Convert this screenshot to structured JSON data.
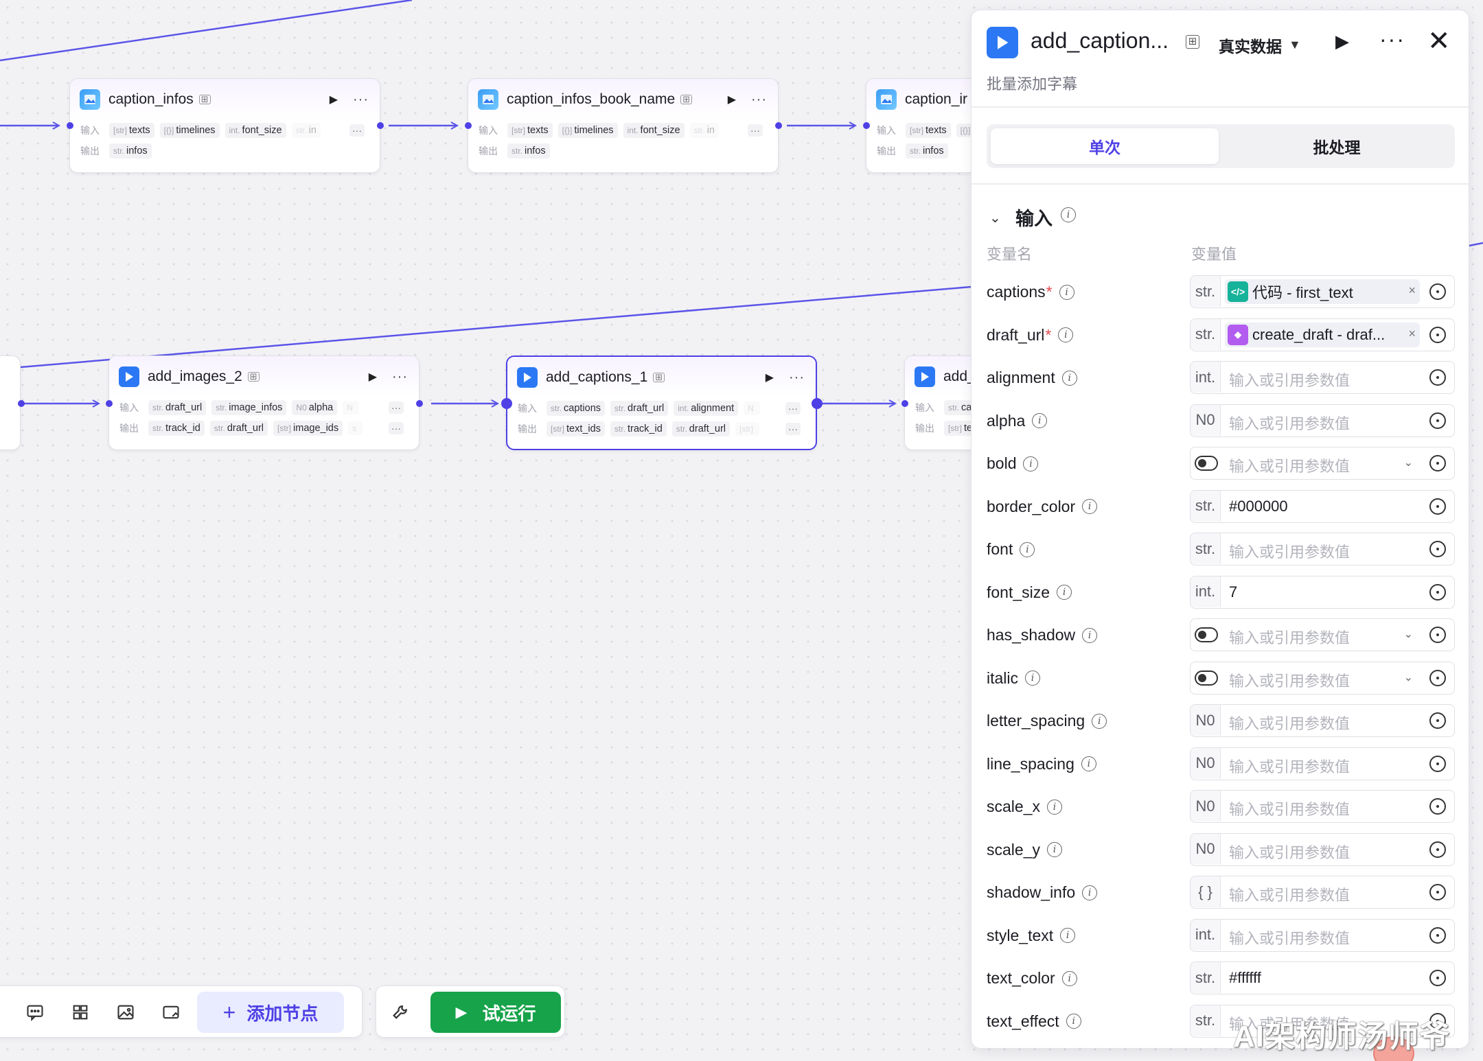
{
  "canvas": {
    "row_label_in": "输入",
    "row_label_out": "输出",
    "nodes": [
      {
        "id": "caption_infos",
        "title": "caption_infos",
        "inputs": [
          {
            "t": "[str]",
            "v": "texts"
          },
          {
            "t": "[{}]",
            "v": "timelines"
          },
          {
            "t": "int.",
            "v": "font_size"
          },
          {
            "t": "str.",
            "v": "in"
          }
        ],
        "outputs": [
          {
            "t": "str.",
            "v": "infos"
          }
        ]
      },
      {
        "id": "caption_infos_book_name",
        "title": "caption_infos_book_name",
        "inputs": [
          {
            "t": "[str]",
            "v": "texts"
          },
          {
            "t": "[{}]",
            "v": "timelines"
          },
          {
            "t": "int.",
            "v": "font_size"
          },
          {
            "t": "str.",
            "v": "in"
          }
        ],
        "outputs": [
          {
            "t": "str.",
            "v": "infos"
          }
        ]
      },
      {
        "id": "caption_ir_partial",
        "title": "caption_ir",
        "inputs": [
          {
            "t": "[str]",
            "v": "texts"
          },
          {
            "t": "[{}]",
            "v": ""
          }
        ],
        "outputs": [
          {
            "t": "str.",
            "v": "infos"
          }
        ]
      },
      {
        "id": "add_images_2",
        "title": "add_images_2",
        "inputs": [
          {
            "t": "str.",
            "v": "draft_url"
          },
          {
            "t": "str.",
            "v": "image_infos"
          },
          {
            "t": "N0",
            "v": "alpha"
          },
          {
            "t": "N",
            "v": ""
          }
        ],
        "outputs": [
          {
            "t": "str.",
            "v": "track_id"
          },
          {
            "t": "str.",
            "v": "draft_url"
          },
          {
            "t": "[str]",
            "v": "image_ids"
          },
          {
            "t": "s",
            "v": ""
          }
        ]
      },
      {
        "id": "add_captions_1",
        "title": "add_captions_1",
        "inputs": [
          {
            "t": "str.",
            "v": "captions"
          },
          {
            "t": "str.",
            "v": "draft_url"
          },
          {
            "t": "int.",
            "v": "alignment"
          },
          {
            "t": "N",
            "v": ""
          }
        ],
        "outputs": [
          {
            "t": "[str]",
            "v": "text_ids"
          },
          {
            "t": "str.",
            "v": "track_id"
          },
          {
            "t": "str.",
            "v": "draft_url"
          },
          {
            "t": "[str]",
            "v": ""
          }
        ]
      },
      {
        "id": "add_partial",
        "title": "add_",
        "inputs": [
          {
            "t": "str.",
            "v": "ca"
          }
        ],
        "outputs": [
          {
            "t": "[str]",
            "v": "te"
          }
        ]
      }
    ]
  },
  "toolbar": {
    "add_node_label": "添加节点",
    "test_run_label": "试运行"
  },
  "panel": {
    "title": "add_caption...",
    "mode": "真实数据",
    "subtitle": "批量添加字幕",
    "tab_single": "单次",
    "tab_batch": "批处理",
    "section_title": "输入",
    "col_name": "变量名",
    "col_value": "变量值",
    "params": [
      {
        "name": "captions",
        "required": true,
        "type": "str.",
        "kind": "ref",
        "ref_icon": "code",
        "ref_text": "代码 - first_text"
      },
      {
        "name": "draft_url",
        "required": true,
        "type": "str.",
        "kind": "ref",
        "ref_icon": "draft",
        "ref_text": "create_draft - draf..."
      },
      {
        "name": "alignment",
        "type": "int.",
        "kind": "placeholder",
        "value": "输入或引用参数值"
      },
      {
        "name": "alpha",
        "type": "N0",
        "kind": "placeholder",
        "value": "输入或引用参数值"
      },
      {
        "name": "bold",
        "type": "toggle",
        "kind": "select",
        "value": "输入或引用参数值"
      },
      {
        "name": "border_color",
        "type": "str.",
        "kind": "value",
        "value": "#000000"
      },
      {
        "name": "font",
        "type": "str.",
        "kind": "placeholder",
        "value": "输入或引用参数值"
      },
      {
        "name": "font_size",
        "type": "int.",
        "kind": "value",
        "value": "7"
      },
      {
        "name": "has_shadow",
        "type": "toggle",
        "kind": "select",
        "value": "输入或引用参数值"
      },
      {
        "name": "italic",
        "type": "toggle",
        "kind": "select",
        "value": "输入或引用参数值"
      },
      {
        "name": "letter_spacing",
        "type": "N0",
        "kind": "placeholder",
        "value": "输入或引用参数值"
      },
      {
        "name": "line_spacing",
        "type": "N0",
        "kind": "placeholder",
        "value": "输入或引用参数值"
      },
      {
        "name": "scale_x",
        "type": "N0",
        "kind": "placeholder",
        "value": "输入或引用参数值"
      },
      {
        "name": "scale_y",
        "type": "N0",
        "kind": "placeholder",
        "value": "输入或引用参数值"
      },
      {
        "name": "shadow_info",
        "type": "{ }",
        "kind": "placeholder",
        "value": "输入或引用参数值"
      },
      {
        "name": "style_text",
        "type": "int.",
        "kind": "placeholder",
        "value": "输入或引用参数值"
      },
      {
        "name": "text_color",
        "type": "str.",
        "kind": "value",
        "value": "#ffffff"
      },
      {
        "name": "text_effect",
        "type": "str.",
        "kind": "placeholder",
        "value": "输入或引用参数值"
      }
    ]
  },
  "watermark": "AI架构师汤师爷",
  "colors": {
    "accent": "#4e40e5",
    "run_green": "#17a34a",
    "edge": "#5b55e8"
  }
}
